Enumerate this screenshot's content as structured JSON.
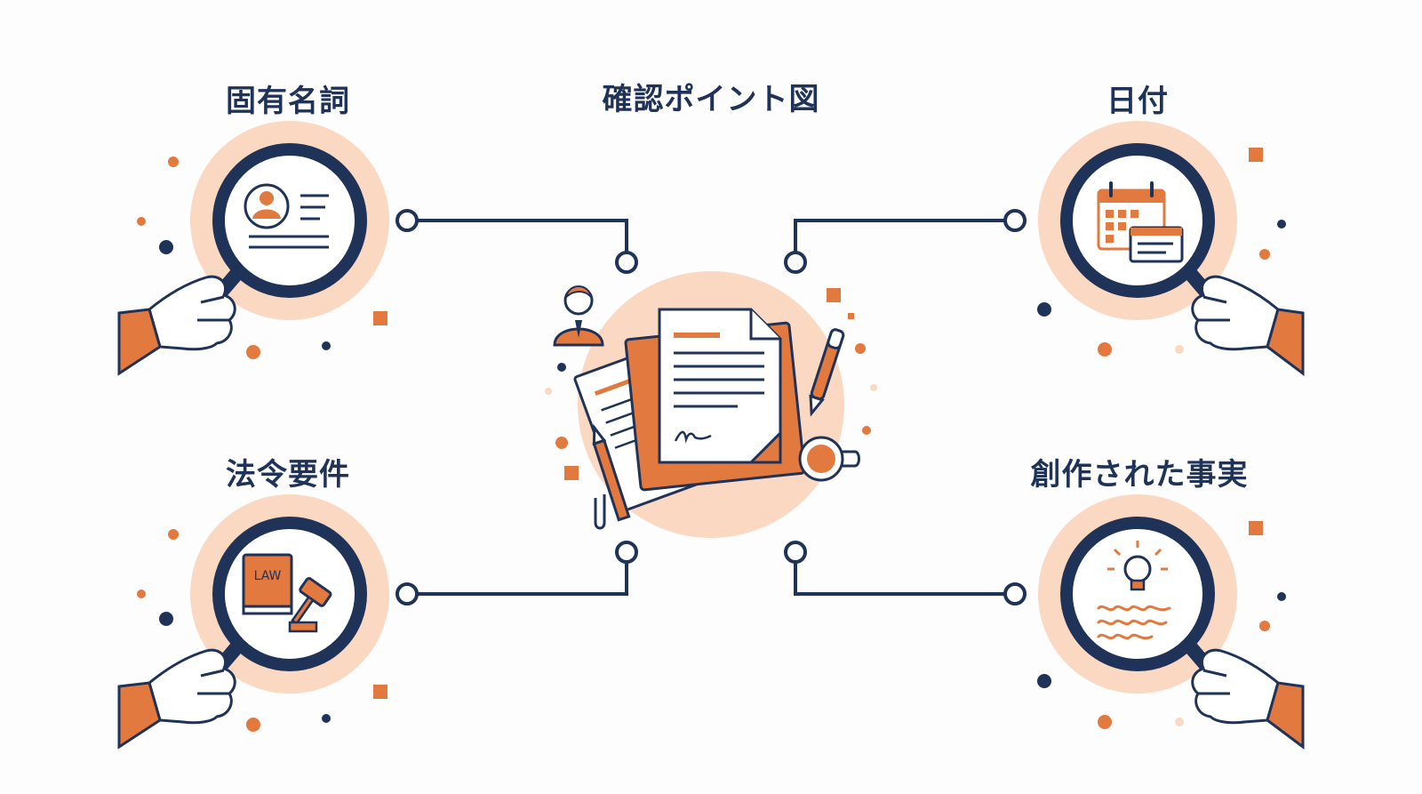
{
  "diagram": {
    "title": "確認ポイント図",
    "items": {
      "proper_noun": "固有名詞",
      "date": "日付",
      "legal_requirement": "法令要件",
      "creation_fact": "創作された事実"
    },
    "law_book_text": "LAW"
  },
  "colors": {
    "navy": "#1f3358",
    "orange": "#e2793f",
    "peach": "#fbd8c2",
    "light_peach": "#fde7da",
    "background": "#fdfdfd"
  }
}
